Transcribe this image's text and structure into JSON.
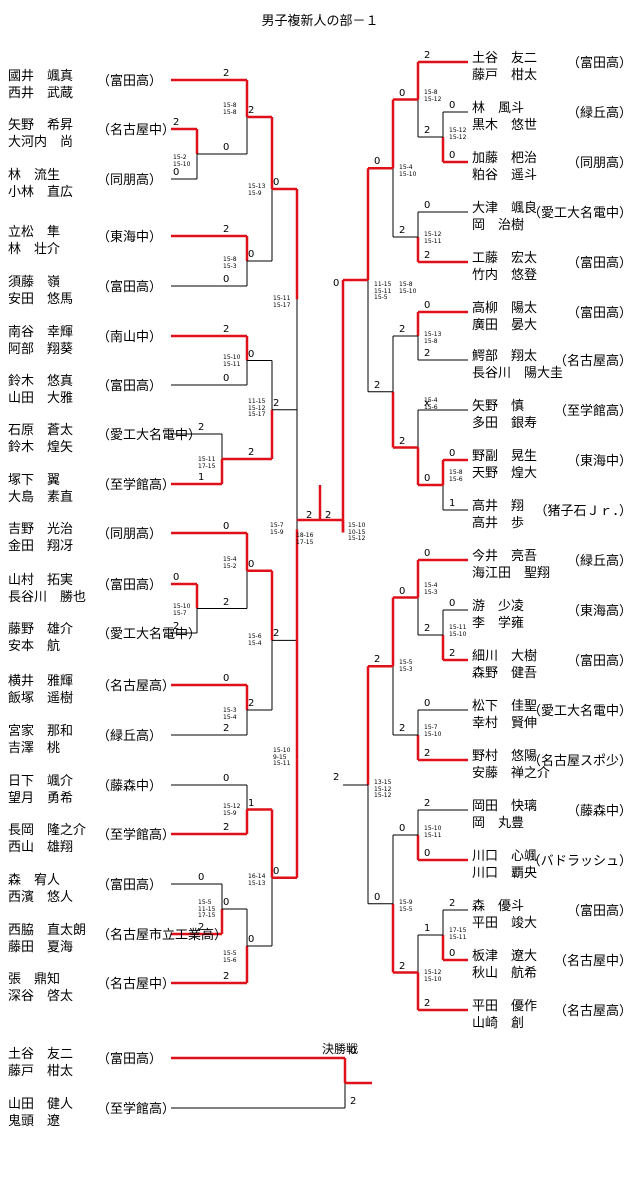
{
  "title": "男子複新人の部－１",
  "final_label": "決勝戦",
  "left_teams": [
    {
      "p1": "國井　颯真",
      "p2": "西井　武蔵",
      "school": "（富田高）"
    },
    {
      "p1": "矢野　希昇",
      "p2": "大河内　尚",
      "school": "（名古屋中）"
    },
    {
      "p1": "林　流生",
      "p2": "小林　直広",
      "school": "（同朋高）"
    },
    {
      "p1": "立松　隼",
      "p2": "林　壮介",
      "school": "（東海中）"
    },
    {
      "p1": "須藤　嶺",
      "p2": "安田　悠馬",
      "school": "（富田高）"
    },
    {
      "p1": "南谷　幸輝",
      "p2": "阿部　翔葵",
      "school": "（南山中）"
    },
    {
      "p1": "鈴木　悠真",
      "p2": "山田　大雅",
      "school": "（富田高）"
    },
    {
      "p1": "石原　蒼太",
      "p2": "鈴木　煌矢",
      "school": "（愛工大名電中）"
    },
    {
      "p1": "塚下　翼",
      "p2": "大島　素直",
      "school": "（至学館高）"
    },
    {
      "p1": "吉野　光治",
      "p2": "金田　翔冴",
      "school": "（同朋高）"
    },
    {
      "p1": "山村　拓実",
      "p2": "長谷川　勝也",
      "school": "（富田高）"
    },
    {
      "p1": "藤野　雄介",
      "p2": "安本　航",
      "school": "（愛工大名電中）"
    },
    {
      "p1": "横井　雅輝",
      "p2": "飯塚　遥樹",
      "school": "（名古屋高）"
    },
    {
      "p1": "宮家　那和",
      "p2": "吉澤　桃",
      "school": "（緑丘高）"
    },
    {
      "p1": "日下　颯介",
      "p2": "望月　勇希",
      "school": "（藤森中）"
    },
    {
      "p1": "長岡　隆之介",
      "p2": "西山　雄翔",
      "school": "（至学館高）"
    },
    {
      "p1": "森　宥人",
      "p2": "西濱　悠人",
      "school": "（富田高）"
    },
    {
      "p1": "西脇　直太朗",
      "p2": "藤田　夏海",
      "school": "（名古屋市立工業高）"
    },
    {
      "p1": "張　鼎知",
      "p2": "深谷　啓太",
      "school": "（名古屋中）"
    }
  ],
  "right_teams": [
    {
      "p1": "土谷　友二",
      "p2": "藤戸　柑太",
      "school": "（富田高）"
    },
    {
      "p1": "林　風斗",
      "p2": "黒木　悠世",
      "school": "（緑丘高）"
    },
    {
      "p1": "加藤　杷治",
      "p2": "粕谷　遥斗",
      "school": "（同朋高）"
    },
    {
      "p1": "大津　颯良",
      "p2": "岡　治樹",
      "school": "（愛工大名電中）"
    },
    {
      "p1": "工藤　宏太",
      "p2": "竹内　悠登",
      "school": "（富田高）"
    },
    {
      "p1": "高柳　陽太",
      "p2": "廣田　晏大",
      "school": "（富田高）"
    },
    {
      "p1": "鰐部　翔太",
      "p2": "長谷川　陽大圭",
      "school": "（名古屋高）"
    },
    {
      "p1": "矢野　慎",
      "p2": "多田　銀寿",
      "school": "（至学館高）"
    },
    {
      "p1": "野副　晃生",
      "p2": "天野　煌大",
      "school": "（東海中）"
    },
    {
      "p1": "高井　翔",
      "p2": "高井　歩",
      "school": "（猪子石Ｊｒ．）"
    },
    {
      "p1": "今井　亮吾",
      "p2": "海江田　聖翔",
      "school": "（緑丘高）"
    },
    {
      "p1": "游　少凌",
      "p2": "李　学雍",
      "school": "（東海高）"
    },
    {
      "p1": "細川　大樹",
      "p2": "森野　健吾",
      "school": "（富田高）"
    },
    {
      "p1": "松下　佳聖",
      "p2": "幸村　賢伸",
      "school": "（愛工大名電中）"
    },
    {
      "p1": "野村　悠陽",
      "p2": "安藤　禅之介",
      "school": "（名古屋スポ少）"
    },
    {
      "p1": "岡田　快璃",
      "p2": "岡　丸豊",
      "school": "（藤森中）"
    },
    {
      "p1": "川口　心颯",
      "p2": "川口　覇央",
      "school": "（バドラッシュ）"
    },
    {
      "p1": "森　優斗",
      "p2": "平田　竣大",
      "school": "（富田高）"
    },
    {
      "p1": "板津　遼大",
      "p2": "秋山　航希",
      "school": "（名古屋中）"
    },
    {
      "p1": "平田　優作",
      "p2": "山崎　創",
      "school": "（名古屋高）"
    }
  ],
  "final_teams": [
    {
      "p1": "土谷　友二",
      "p2": "藤戸　柑太",
      "school": "（富田高）"
    },
    {
      "p1": "山田　健人",
      "p2": "鬼頭　遼",
      "school": "（至学館高）"
    }
  ],
  "scores": [
    "2",
    "0",
    "2",
    "0",
    "2",
    "0",
    "2",
    "0",
    "2",
    "0",
    "2",
    "1",
    "0",
    "2",
    "0",
    "2",
    "0",
    "2",
    "0",
    "2",
    "0",
    "2",
    "0",
    "2",
    "0",
    "2",
    "0",
    "2",
    "0",
    "2",
    "1",
    "0",
    "2",
    "0",
    "2",
    "2",
    "0",
    "0",
    "2",
    "2",
    "0",
    "2",
    "0",
    "2",
    "0",
    "2",
    "0",
    "1",
    "x",
    "0",
    "2",
    "2",
    "0",
    "2",
    "0",
    "2",
    "0",
    "2",
    "0",
    "2",
    "0",
    "2",
    "2",
    "0",
    "2",
    "0",
    "1",
    "2",
    "0",
    "2",
    "2",
    "0",
    "0",
    "2",
    "0",
    "2",
    "2",
    "0",
    "2",
    "1"
  ],
  "set_scores": [
    "15-2\n15-10",
    "15-8\n15-8",
    "15-8\n15-3",
    "15-13\n15-9",
    "15-10\n15-11",
    "15-11\n17-15",
    "11-15\n15-12\n15-17",
    "15-11\n15-17",
    "15-10\n15-7",
    "15-4\n15-2",
    "15-3\n15-4",
    "15-6\n15-4",
    "15-12\n15-9",
    "15-5\n11-15\n17-15",
    "15-5\n15-6",
    "16-14\n15-13",
    "15-10\n9-15\n15-11",
    "15-7\n15-9",
    "18-16\n17-15",
    "15-12\n15-12",
    "15-8\n15-12",
    "15-12\n15-11",
    "15-4\n15-10",
    "15-13\n15-8",
    "15-8\n15-6",
    "15-4\n15-6",
    "15-8\n15-10",
    "11-15\n15-11\n15-5",
    "15-11\n15-10",
    "15-4\n15-3",
    "15-7\n15-10",
    "15-5\n15-3",
    "15-10\n15-11",
    "17-15\n15-11",
    "15-12\n15-10",
    "15-9\n15-5",
    "13-15\n15-12\n15-12",
    "15-10\n10-15\n15-12"
  ]
}
